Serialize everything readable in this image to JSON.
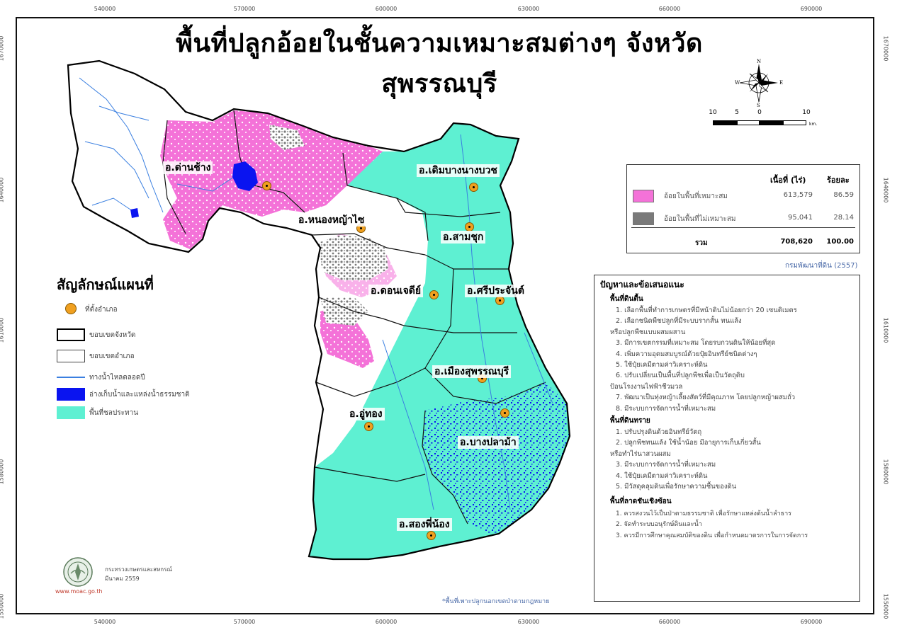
{
  "title": "พื้นที่ปลูกอ้อยในชั้นความเหมาะสมต่างๆ จังหวัดสุพรรณบุรี",
  "grid_ticks": {
    "x": [
      "540000",
      "570000",
      "600000",
      "630000",
      "660000",
      "690000"
    ],
    "y": [
      "1670000",
      "1640000",
      "1610000",
      "1580000",
      "1550000"
    ]
  },
  "colors": {
    "suitable": "#f472d8",
    "unsuitable": "#7a7a7a",
    "irrigation": "#5ef0d2",
    "water_body": "#0a14f0",
    "stream": "#3a7fe0",
    "district_marker": "#f0a020"
  },
  "districts": [
    {
      "name": "อ.ด่านช้าง"
    },
    {
      "name": "อ.เดิมบางนางบวช"
    },
    {
      "name": "อ.หนองหญ้าไซ"
    },
    {
      "name": "อ.สามชุก"
    },
    {
      "name": "อ.ดอนเจดีย์"
    },
    {
      "name": "อ.ศรีประจันต์"
    },
    {
      "name": "อ.เมืองสุพรรณบุรี"
    },
    {
      "name": "อ.อู่ทอง"
    },
    {
      "name": "อ.บางปลาม้า"
    },
    {
      "name": "อ.สองพี่น้อง"
    }
  ],
  "compass": {
    "n": "N",
    "s": "S",
    "e": "E",
    "w": "W"
  },
  "scale_bar": {
    "labels": [
      "10",
      "5",
      "0",
      "10"
    ],
    "unit": "km."
  },
  "area_table": {
    "col_area": "เนื้อที่ (ไร่)",
    "col_pct": "ร้อยละ",
    "rows": [
      {
        "category": "อ้อยในพื้นที่เหมาะสม",
        "area": "613,579",
        "percent": "86.59"
      },
      {
        "category": "อ้อยในพื้นที่ไม่เหมาะสม",
        "area": "95,041",
        "percent": "28.14"
      }
    ],
    "total_label": "รวม",
    "total_area": "708,620",
    "total_pct": "100.00"
  },
  "source": "กรมพัฒนาที่ดิน (2557)",
  "legend": {
    "title": "สัญลักษณ์แผนที่",
    "items": [
      {
        "key": "district_office",
        "label": "ที่ตั้งอำเภอ"
      },
      {
        "key": "province_boundary",
        "label": "ขอบเขตจังหวัด"
      },
      {
        "key": "district_boundary",
        "label": "ขอบเขตอำเภอ"
      },
      {
        "key": "stream",
        "label": "ทางน้ำไหลตลอดปี"
      },
      {
        "key": "water_body",
        "label": "อ่างเก็บน้ำและแหล่งน้ำธรรมชาติ"
      },
      {
        "key": "irrigation",
        "label": "พื้นที่ชลประทาน"
      }
    ]
  },
  "problems": {
    "title": "ปัญหาและข้อเสนอแนะ",
    "sections": [
      {
        "heading": "พื้นที่ดินตื้น",
        "items": [
          "1. เลือกพื้นที่ทำการเกษตรที่มีหน้าดินไม่น้อยกว่า 20 เซนติเมตร",
          "2. เลือกชนิดพืชปลูกที่มีระบบรากสั้น ทนแล้ง",
          "หรือปลูกพืชแบบผสมผสาน",
          "3. มีการเขตกรรมที่เหมาะสม โดยรบกวนดินให้น้อยที่สุด",
          "4. เพิ่มความอุดมสมบูรณ์ด้วยปุ๋ยอินทรีย์ชนิดต่างๆ",
          "5. ใช้ปุ๋ยเคมีตามค่าวิเคราะห์ดิน",
          "6. ปรับเปลี่ยนเป็นพื้นที่ปลูกพืชเพื่อเป็นวัตถุดิบ",
          "ป้อนโรงงานไฟฟ้าชีวมวล",
          "7. พัฒนาเป็นทุ่งหญ้าเลี้ยงสัตว์ที่มีคุณภาพ โดยปลูกหญ้าผสมถั่ว",
          "8. มีระบบการจัดการน้ำที่เหมาะสม"
        ]
      },
      {
        "heading": "พื้นที่ดินทราย",
        "items": [
          "1. ปรับปรุงดินด้วยอินทรีย์วัตถุ",
          "2. ปลูกพืชทนแล้ง ใช้น้ำน้อย มีอายุการเก็บเกี่ยวสั้น",
          "หรือทำไร่นาสวนผสม",
          "3. มีระบบการจัดการน้ำที่เหมาะสม",
          "4. ใช้ปุ๋ยเคมีตามค่าวิเคราะห์ดิน",
          "5. มีวัสดุคลุมดินเพื่อรักษาความชื้นของดิน"
        ]
      },
      {
        "heading": "พื้นที่ลาดชันเชิงซ้อน",
        "items": [
          "1. ควรสงวนไว้เป็นป่าตามธรรมชาติ เพื่อรักษาแหล่งต้นน้ำลำธาร",
          "2. จัดทำระบบอนุรักษ์ดินและน้ำ",
          "3. ควรมีการศึกษาคุณสมบัติของดิน เพื่อกำหนดมาตรการในการจัดการ"
        ]
      }
    ]
  },
  "ministry": {
    "name": "กระทรวงเกษตรและสหกรณ์",
    "date": "มีนาคม 2559",
    "website": "www.moac.go.th"
  },
  "footnote": "*พื้นที่เพาะปลูกนอกเขตป่าตามกฎหมาย"
}
